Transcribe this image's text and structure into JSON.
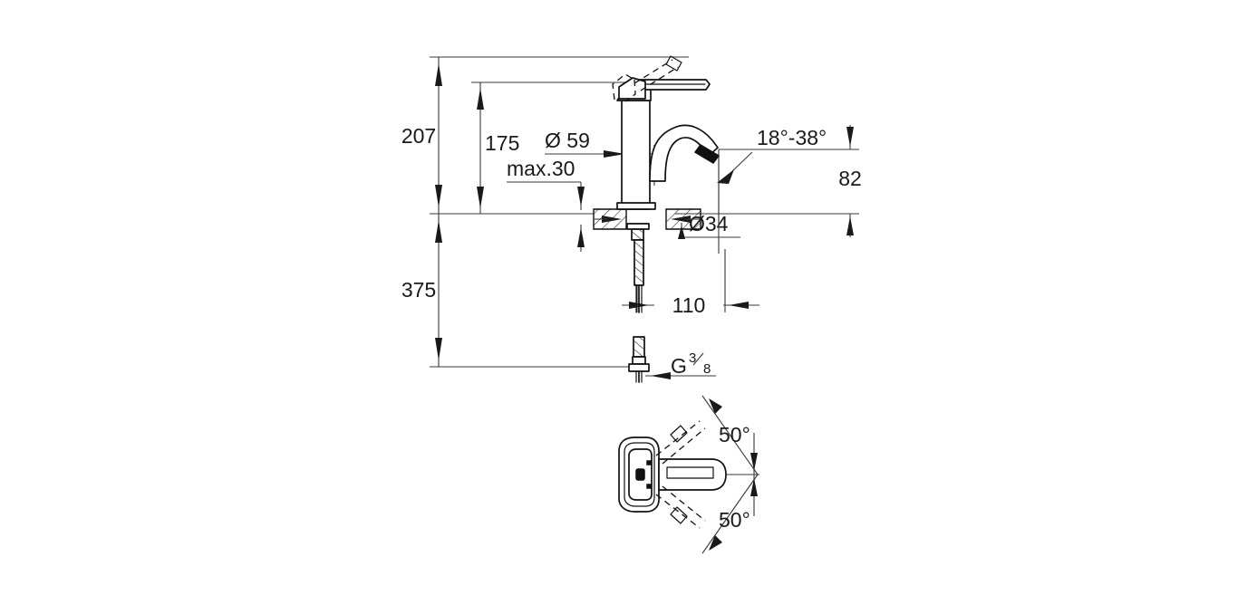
{
  "drawing": {
    "title": "Single-lever basin mixer dimensional drawing",
    "units": "mm",
    "line_color": "#3a3a3a",
    "object_color": "#111111",
    "background": "#ffffff",
    "dimensions": {
      "total_height": "207",
      "spout_height": "175",
      "max_deck_thickness": "max.30",
      "body_diameter": "Ø 59",
      "mounting_hole_diameter": "Ø34",
      "spout_outlet_angle": "18°-38°",
      "spout_reach_height": "82",
      "shank_length": "375",
      "spout_projection": "110",
      "connection_thread_prefix": "G",
      "connection_thread_numerator": "3",
      "connection_thread_denominator": "8",
      "handle_swivel_up": "50°",
      "handle_swivel_down": "50°"
    }
  }
}
